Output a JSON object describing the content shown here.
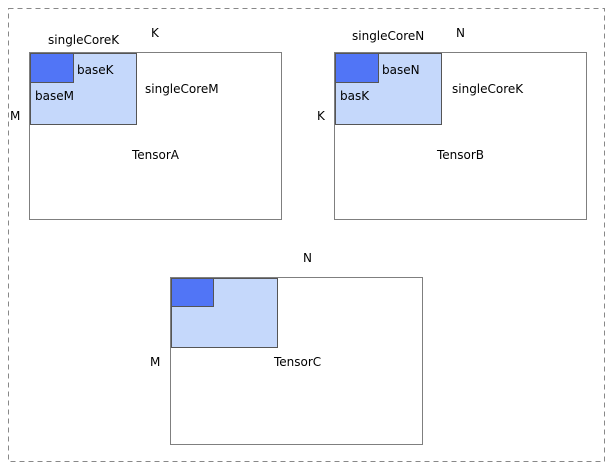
{
  "colors": {
    "tensor_fill": "#ffffff",
    "tensor_stroke": "#7f7f7f",
    "single_core_fill": "#c5d8fb",
    "base_fill": "#5175f6",
    "border_dash": "#888888"
  },
  "tensor_a": {
    "name": "TensorA",
    "dim_top": "K",
    "dim_left": "M",
    "single_core_top": "singleCoreK",
    "single_core_right": "singleCoreM",
    "base_right": "baseK",
    "base_below": "baseM"
  },
  "tensor_b": {
    "name": "TensorB",
    "dim_top": "N",
    "dim_left": "K",
    "single_core_top": "singleCoreN",
    "single_core_right": "singleCoreK",
    "base_right": "baseN",
    "base_below": "basK"
  },
  "tensor_c": {
    "name": "TensorC",
    "dim_top": "N",
    "dim_left": "M"
  }
}
